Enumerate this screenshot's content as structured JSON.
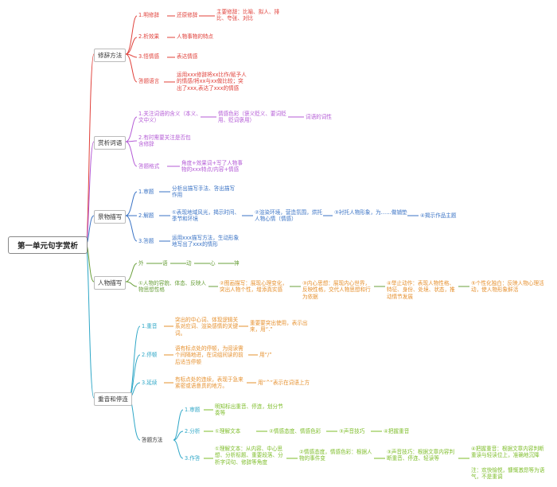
{
  "root": "第一单元句字赏析",
  "branches": {
    "rhetoric": {
      "label": "修辞方法",
      "items": [
        {
          "head": "1.明修辞",
          "mid": "还原修辞",
          "tail": "主要修辞：比喻、拟人、排比、夸张、对比"
        },
        {
          "head": "2.析效果",
          "mid": "人物事物的特点"
        },
        {
          "head": "3.悟情感",
          "mid": "表达情感"
        },
        {
          "head": "答题语言",
          "mid": "运用xxx修辞将xx比作/赋予人的情感/将xx与xx做比较；突出了xxx,表达了xxx的情感"
        }
      ]
    },
    "words": {
      "label": "赏析词语",
      "items": [
        {
          "head": "1.关注词语的含义（本义、文中义）",
          "mid": "情感色彩（褒义贬义、要词贬用、贬词褒用）",
          "tail": "词语的词性"
        },
        {
          "head": "2.有时需要关注是否包含修辞"
        },
        {
          "head": "答题格式",
          "mid": "角度+效果词+写了人物事物的xxx特点/内容+情感"
        }
      ]
    },
    "scenery": {
      "label": "景物描写",
      "items": [
        {
          "head": "1.审题",
          "mid": "分析出描写手法、答出描写作用"
        },
        {
          "head": "2.解题",
          "steps": [
            "①表现地域风光，揭示时间、季节和环境",
            "②渲染环境，营造氛围，烘托人物心情（情感）",
            "③衬托人物形象，为……做铺垫",
            "④揭示作品主题"
          ]
        },
        {
          "head": "3.答题",
          "mid": "运用xxx描写方法，生动形象地写出了xxx的情形"
        }
      ]
    },
    "character": {
      "label": "人物描写",
      "kinds": [
        "外",
        "语",
        "动",
        "心",
        "神"
      ],
      "effects": [
        "①人物的容貌、体态、反映人物思想性格",
        "②图画描写：展现心理变化，突出人物个性，增添真实感",
        "③内心思想：展现内心世界，反映性格，交代人物思想和行为依据",
        "④举止动作：表现人物性格、特征、身份、处境、状态，推动情节发展",
        "⑤个性化独白：反映人物心理活动，使人物形象鲜活"
      ]
    },
    "stress": {
      "label": "重音和停连",
      "items": [
        {
          "head": "1.重音",
          "mid": "突出的中心词、体现逻辑关系对应词、渲染感情的关键词。",
          "tail": "重要要突出使用，表示出来，用“.”"
        },
        {
          "head": "2.停顿",
          "mid": "语有标点处的停顿，为阅读需个间隔地进，在词组间读的前后适当停顿",
          "tail": "用“/”"
        },
        {
          "head": "3.延续",
          "mid": "有标点处的连续，表现于急来紧密或语意贯的地方。",
          "tail": "用“^”表示在词语上方"
        }
      ],
      "method": {
        "label": "答题方法",
        "steps": [
          {
            "head": "1.审题",
            "mid": "明知标出重音、停连，划分节奏等"
          },
          {
            "head": "2.分析",
            "parts": [
              "①理解文本",
              "②情感态度、情感色彩",
              "③声音技巧",
              "④把握重音"
            ]
          },
          {
            "head": "3.作答",
            "parts": [
              "①理解文本：从内容、中心思想、分析标题、重要段落、分析字词句、修辞等角度",
              "②情感态度，情感色彩：根据人物的事件变",
              "③声音技巧：根据文章内容判断重音、停连、轻读等",
              "④把握重音：根据文章内容判断重读与轻读位上，准确地沉降"
            ]
          }
        ],
        "note": "注：欢快愉悦，慷慨激昂等为语气，不是重调"
      }
    }
  },
  "colors": {
    "rhetoric": "#e0403a",
    "words": "#b45bd6",
    "scenery": "#3a73c5",
    "character": "#6aa03b",
    "stress": "#2fa7c7"
  }
}
